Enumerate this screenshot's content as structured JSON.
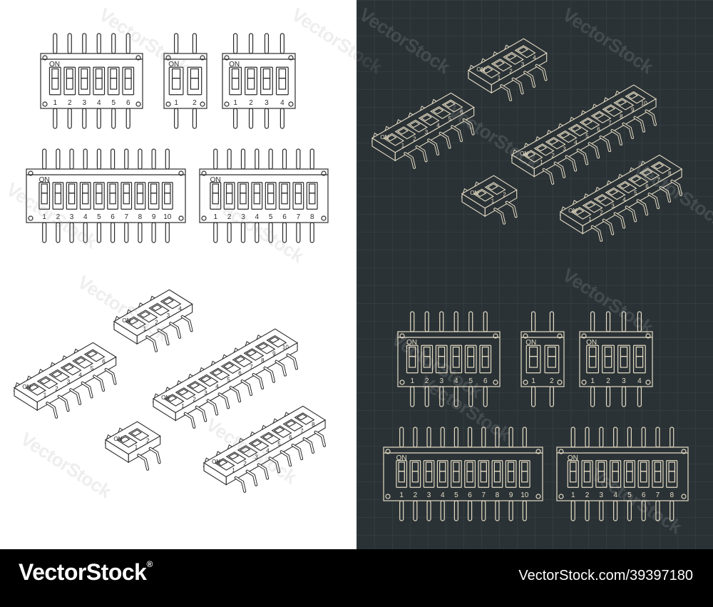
{
  "watermark_text": "VectorStock",
  "footer": {
    "brand": "VectorStock",
    "trademark": "®",
    "image_id": "VectorStock.com/39397180"
  },
  "switch_label": "ON",
  "colors": {
    "light_bg": "#ffffff",
    "light_line": "#2b2b2b",
    "dark_bg": "#2a3236",
    "dark_grid": "#36403f",
    "dark_line": "#e6dcc4",
    "footer_bg": "#000000",
    "footer_text": "#ffffff"
  },
  "panels": [
    {
      "id": "top-left",
      "theme": "light",
      "views": "front"
    },
    {
      "id": "top-right",
      "theme": "dark",
      "views": "isometric"
    },
    {
      "id": "bottom-left",
      "theme": "light",
      "views": "isometric"
    },
    {
      "id": "bottom-right",
      "theme": "dark",
      "views": "front"
    }
  ],
  "dip_switch_models": [
    {
      "name": "dip-6",
      "positions": 6,
      "numbers": [
        "1",
        "2",
        "3",
        "4",
        "5",
        "6"
      ]
    },
    {
      "name": "dip-2",
      "positions": 2,
      "numbers": [
        "1",
        "2"
      ]
    },
    {
      "name": "dip-4",
      "positions": 4,
      "numbers": [
        "1",
        "2",
        "3",
        "4"
      ]
    },
    {
      "name": "dip-10",
      "positions": 10,
      "numbers": [
        "1",
        "2",
        "3",
        "4",
        "5",
        "6",
        "7",
        "8",
        "9",
        "10"
      ]
    },
    {
      "name": "dip-8",
      "positions": 8,
      "numbers": [
        "1",
        "2",
        "3",
        "4",
        "5",
        "6",
        "7",
        "8"
      ]
    }
  ]
}
